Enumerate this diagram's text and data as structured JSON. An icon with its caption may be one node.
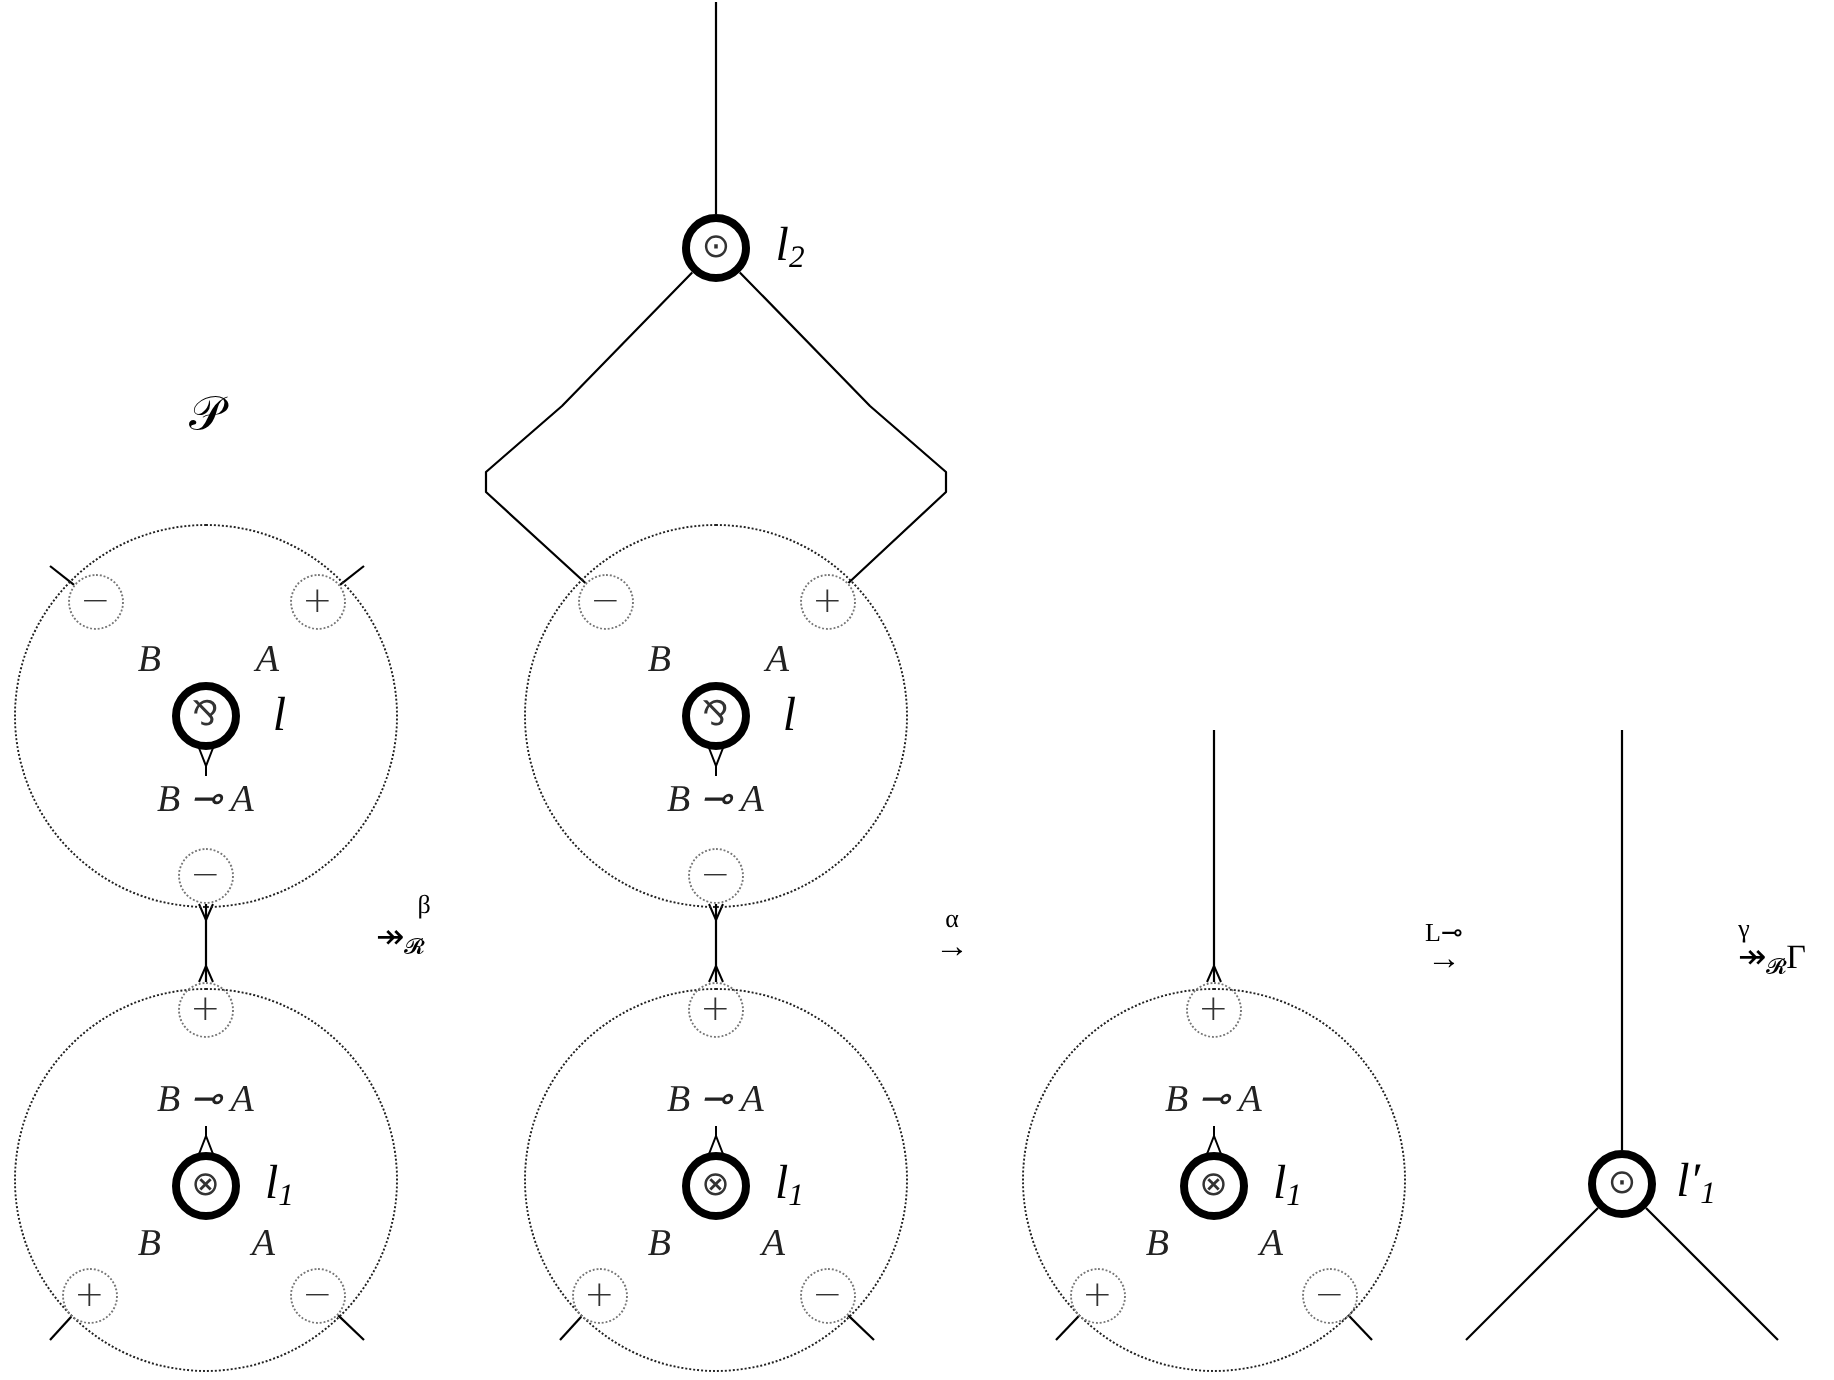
{
  "diagram": {
    "nodes": [
      {
        "text": [
          "B",
          "A",
          "B ⊸ A"
        ]
      },
      {
        "text": [
          "−"
        ],
        "in": 0
      },
      {
        "text": [
          "+"
        ],
        "in": 0
      },
      {
        "text": [
          "⅋"
        ],
        "in": 0,
        "beside": [
          "l"
        ]
      },
      {
        "text": [
          "−"
        ],
        "in": 0
      },
      {
        "text": [
          "B ⊸ A",
          "B",
          "A"
        ]
      },
      {
        "text": [
          "+"
        ],
        "in": 5
      },
      {
        "text": [
          "⊗"
        ],
        "in": 5,
        "beside": [
          "l$_{1}$"
        ]
      },
      {
        "text": [
          "+"
        ],
        "in": 5
      },
      {
        "text": [
          "−"
        ],
        "in": 5
      },
      {
        "text": [
          "⊙"
        ],
        "beside": [
          "l$_{2}$"
        ]
      },
      {
        "text": [
          "B",
          "A",
          "B ⊸ A"
        ]
      },
      {
        "text": [
          "−"
        ],
        "in": 11
      },
      {
        "text": [
          "+"
        ],
        "in": 11
      },
      {
        "text": [
          "⅋"
        ],
        "in": 11,
        "beside": [
          "l"
        ]
      },
      {
        "text": [
          "−"
        ],
        "in": 11
      },
      {
        "text": [
          "B ⊸ A",
          "B",
          "A"
        ]
      },
      {
        "text": [
          "+"
        ],
        "in": 16
      },
      {
        "text": [
          "⊗"
        ],
        "in": 16,
        "beside": [
          "l$_{1}$"
        ]
      },
      {
        "text": [
          "+"
        ],
        "in": 16
      },
      {
        "text": [
          "−"
        ],
        "in": 16
      },
      {
        "text": [
          "B ⊸ A",
          "B",
          "A"
        ]
      },
      {
        "text": [
          "+"
        ],
        "in": 21
      },
      {
        "text": [
          "⊗"
        ],
        "in": 21,
        "beside": [
          "l$_{1}$"
        ]
      },
      {
        "text": [
          "+"
        ],
        "in": 21
      },
      {
        "text": [
          "−"
        ],
        "in": 21
      },
      {
        "text": [
          "⊙"
        ],
        "beside": [
          "l′$_{1}$"
        ]
      }
    ],
    "edges": [
      {
        "from": 1,
        "to": null,
        "arrow": "none"
      },
      {
        "from": 2,
        "to": null,
        "arrow": "none"
      },
      {
        "from": 4,
        "to": 6,
        "arrow": "other"
      },
      {
        "from": 8,
        "to": null,
        "arrow": "none"
      },
      {
        "from": 9,
        "to": null,
        "arrow": "none"
      },
      {
        "from": 10,
        "to": null,
        "arrow": "none"
      },
      {
        "from": 10,
        "to": 12,
        "arrow": "none"
      },
      {
        "from": 10,
        "to": 13,
        "arrow": "none"
      },
      {
        "from": 15,
        "to": 17,
        "arrow": "other"
      },
      {
        "from": 19,
        "to": null,
        "arrow": "none"
      },
      {
        "from": 20,
        "to": null,
        "arrow": "none"
      },
      {
        "from": 22,
        "to": null,
        "arrow": "other"
      },
      {
        "from": 24,
        "to": null,
        "arrow": "none"
      },
      {
        "from": 25,
        "to": null,
        "arrow": "none"
      },
      {
        "from": 26,
        "to": null,
        "arrow": "none"
      },
      {
        "from": 26,
        "to": null,
        "arrow": "none"
      },
      {
        "from": 26,
        "to": null,
        "arrow": "none"
      }
    ],
    "labels": [
      "𝒫",
      "β",
      "↠$_{𝓡}$",
      "α",
      "→",
      "L⊸",
      "→",
      "γ",
      "↠$_{𝓡}$Γ"
    ]
  }
}
